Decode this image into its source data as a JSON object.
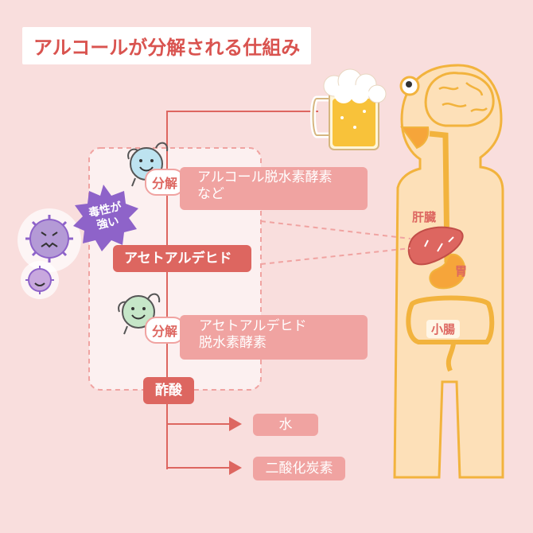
{
  "title": "アルコールが分解される仕組み",
  "steps": {
    "decompose_label": "分解",
    "enzyme1": "アルコール脱水素酵素\nなど",
    "acetaldehyde": "アセトアルデヒド",
    "decompose_label2": "分解",
    "enzyme2": "アセトアルデヒド\n脱水素酵素",
    "acetic_acid": "酢酸",
    "water": "水",
    "co2": "二酸化炭素"
  },
  "toxic_note": "毒性が\n強い",
  "organs": {
    "liver": "肝臓",
    "stomach": "胃",
    "small_intestine": "小腸"
  },
  "colors": {
    "background": "#f9dedd",
    "accent_red": "#dd6660",
    "accent_pink": "#f0a3a1",
    "body_line": "#f2b33d",
    "toxic_purple": "#8e63c9"
  },
  "icons": [
    "beer-mug-icon",
    "happy-enzyme-blue-icon",
    "happy-enzyme-green-icon",
    "toxic-virus-icon"
  ]
}
